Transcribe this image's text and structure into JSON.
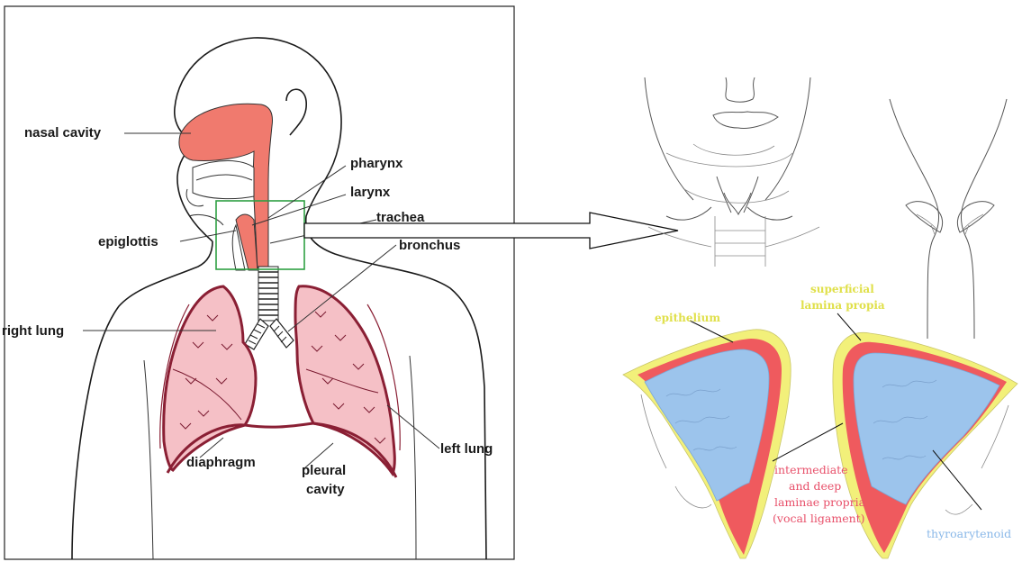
{
  "left_labels": {
    "nasal_cavity": "nasal cavity",
    "pharynx": "pharynx",
    "larynx": "larynx",
    "trachea": "trachea",
    "epiglottis": "epiglottis",
    "bronchus": "bronchus",
    "right_lung": "right lung",
    "left_lung": "left lung",
    "diaphragm": "diaphragm",
    "pleural_cavity_line1": "pleural",
    "pleural_cavity_line2": "cavity"
  },
  "right_labels": {
    "epithelium": "epithelium",
    "superficial_line1": "superficial",
    "superficial_line2": "lamina propia",
    "intermediate_line1": "intermediate",
    "intermediate_line2": "and deep",
    "intermediate_line3": "laminae propria",
    "intermediate_line4": "(vocal ligament)",
    "thyroarytenoid": "thyroarytenoid"
  },
  "colors": {
    "airway_pink": "#f07a6e",
    "lung_fill": "#f5c0c6",
    "lung_border": "#8a1f34",
    "highlight_box": "#2ea043",
    "epithelium_yellow": "#f2f07a",
    "lamina_red": "#ef5a5e",
    "muscle_blue": "#9cc4ec"
  }
}
